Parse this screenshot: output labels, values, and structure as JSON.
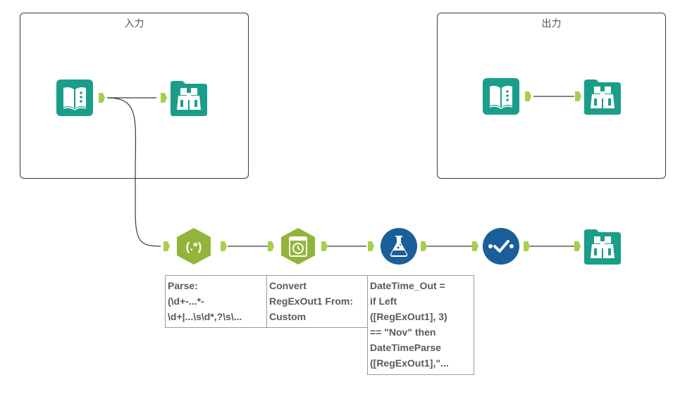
{
  "containers": {
    "input": {
      "title": "入力"
    },
    "output": {
      "title": "出力"
    }
  },
  "tools": {
    "input_data_1": {
      "icon": "input-data-book-icon",
      "color": "#1a9e8a"
    },
    "browse_1": {
      "icon": "binoculars-icon",
      "color": "#1a9e8a"
    },
    "input_data_2": {
      "icon": "input-data-book-icon",
      "color": "#1a9e8a"
    },
    "browse_2": {
      "icon": "binoculars-icon",
      "color": "#1a9e8a"
    },
    "regex": {
      "icon": "regex-icon",
      "label": "(.*)",
      "color": "#92b43a"
    },
    "datetime": {
      "icon": "datetime-icon",
      "color": "#92b43a"
    },
    "formula": {
      "icon": "formula-flask-icon",
      "color": "#1a5e9a"
    },
    "select": {
      "icon": "select-check-icon",
      "color": "#1a5e9a"
    },
    "browse_3": {
      "icon": "binoculars-icon",
      "color": "#1a9e8a"
    }
  },
  "annotations": {
    "regex": "Parse:\n(\\d+-...*-\n\\d+|...\\s\\d*,?\\s\\...",
    "datetime": "Convert\nRegExOut1 From:\nCustom",
    "formula": "DateTime_Out =\nif Left\n([RegExOut1], 3)\n== \"Nov\" then\nDateTimeParse\n([RegExOut1],\"..."
  },
  "colors": {
    "anchor": "#a6cf4a",
    "connection": "#3a3a3a",
    "container_border": "#3a3a3a"
  }
}
